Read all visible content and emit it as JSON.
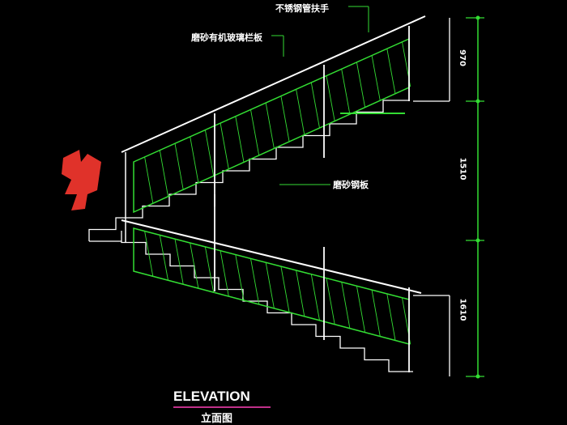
{
  "drawing": {
    "labels": {
      "handrail": "不锈钢管扶手",
      "glass_panel": "磨砂有机玻璃栏板",
      "steel_plate": "磨砂钢板"
    },
    "dimensions": [
      "970",
      "1510",
      "1610"
    ],
    "title": "ELEVATION",
    "subtitle": "立面图",
    "colors": {
      "background": "#000000",
      "lines": "#ffffff",
      "panel": "#33dd33",
      "title_underline": "#c0308a",
      "logo": "#e0322a"
    }
  }
}
